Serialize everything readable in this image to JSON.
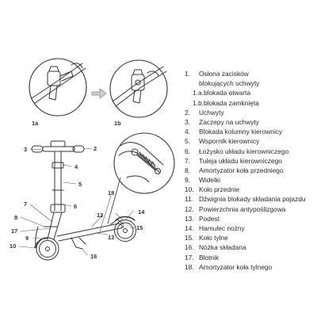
{
  "legend": [
    {
      "n": "1.",
      "text": "Osłona zacisków"
    },
    {
      "n": "",
      "text": "blokujących uchwyty"
    },
    {
      "n": "1.a.",
      "text": "blokada otwarta",
      "sub": true
    },
    {
      "n": "1.b.",
      "text": "blokada zamknięta",
      "sub": true
    },
    {
      "n": "2.",
      "text": "Uchwyty"
    },
    {
      "n": "3.",
      "text": "Zaczepy na uchwyty"
    },
    {
      "n": "4.",
      "text": "Blokada kolumny kierownicy"
    },
    {
      "n": "5.",
      "text": "Wspornik kierownicy"
    },
    {
      "n": "6.",
      "text": "Łożysko układu kierowniczego"
    },
    {
      "n": "7.",
      "text": "Tuleja układu kierowniczego"
    },
    {
      "n": "8.",
      "text": "Amortyzator koła przedniego"
    },
    {
      "n": "9.",
      "text": "Widelki"
    },
    {
      "n": "10.",
      "text": "Koło przednie"
    },
    {
      "n": "11.",
      "text": "Dźwignia blokady składania pojazdu"
    },
    {
      "n": "12.",
      "text": "Powierzchnia antypoślizgowa"
    },
    {
      "n": "13.",
      "text": "Podest"
    },
    {
      "n": "14.",
      "text": "Hamulec nożny"
    },
    {
      "n": "15.",
      "text": "Koło tylne"
    },
    {
      "n": "16.",
      "text": "Nóżka składana"
    },
    {
      "n": "17.",
      "text": "Błotnik"
    },
    {
      "n": "18.",
      "text": "Amortyzator koła tylnego"
    }
  ],
  "callouts": {
    "c1a": "1a",
    "c1b": "1b",
    "c2": "2",
    "c3": "3",
    "c4": "4",
    "c5": "5",
    "c6": "6",
    "c7": "7",
    "c8": "8",
    "c9": "9",
    "c10": "10",
    "c12": "12",
    "c13": "13",
    "c14": "14",
    "c15": "15",
    "c16": "16",
    "c17": "17",
    "c18": "18"
  }
}
